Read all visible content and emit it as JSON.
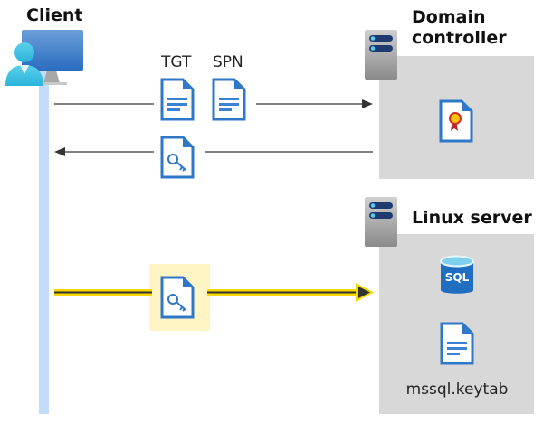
{
  "client": {
    "label": "Client"
  },
  "domain_controller": {
    "label": "Domain controller"
  },
  "linux_server": {
    "label": "Linux server",
    "sql_label": "SQL",
    "keytab_label": "mssql.keytab"
  },
  "messages": {
    "tgt": "TGT",
    "spn": "SPN"
  },
  "colors": {
    "client_bar": "#c3dcf9",
    "server_box": "#d8d8d8",
    "highlight": "#fff5c4",
    "arrow_highlight": "#f5d800",
    "doc_blue": "#2f78c8"
  }
}
